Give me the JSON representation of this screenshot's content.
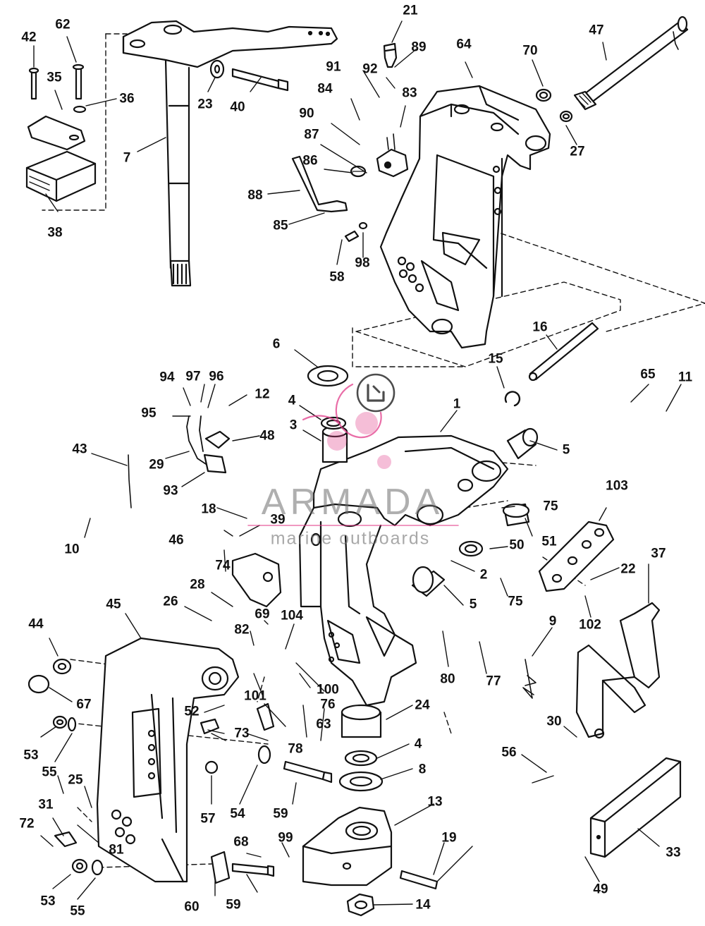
{
  "watermark": {
    "brand": "ARMADA",
    "tagline": "marine outboards",
    "logo_color": "#e23d8a"
  },
  "colors": {
    "line": "#111111",
    "background": "#ffffff"
  },
  "labels": [
    "1",
    "2",
    "3",
    "4",
    "4",
    "5",
    "5",
    "6",
    "7",
    "8",
    "9",
    "10",
    "11",
    "12",
    "13",
    "14",
    "15",
    "16",
    "18",
    "19",
    "21",
    "22",
    "23",
    "24",
    "25",
    "26",
    "27",
    "28",
    "29",
    "30",
    "31",
    "33",
    "35",
    "36",
    "37",
    "38",
    "39",
    "40",
    "42",
    "43",
    "44",
    "45",
    "46",
    "47",
    "48",
    "49",
    "50",
    "51",
    "52",
    "53",
    "53",
    "54",
    "55",
    "55",
    "56",
    "57",
    "58",
    "59",
    "59",
    "60",
    "62",
    "63",
    "64",
    "65",
    "67",
    "68",
    "69",
    "70",
    "72",
    "73",
    "74",
    "75",
    "75",
    "76",
    "77",
    "78",
    "80",
    "81",
    "82",
    "83",
    "84",
    "85",
    "86",
    "87",
    "88",
    "89",
    "90",
    "91",
    "92",
    "93",
    "94",
    "95",
    "96",
    "97",
    "98",
    "99",
    "100",
    "101",
    "102",
    "103",
    "104"
  ]
}
